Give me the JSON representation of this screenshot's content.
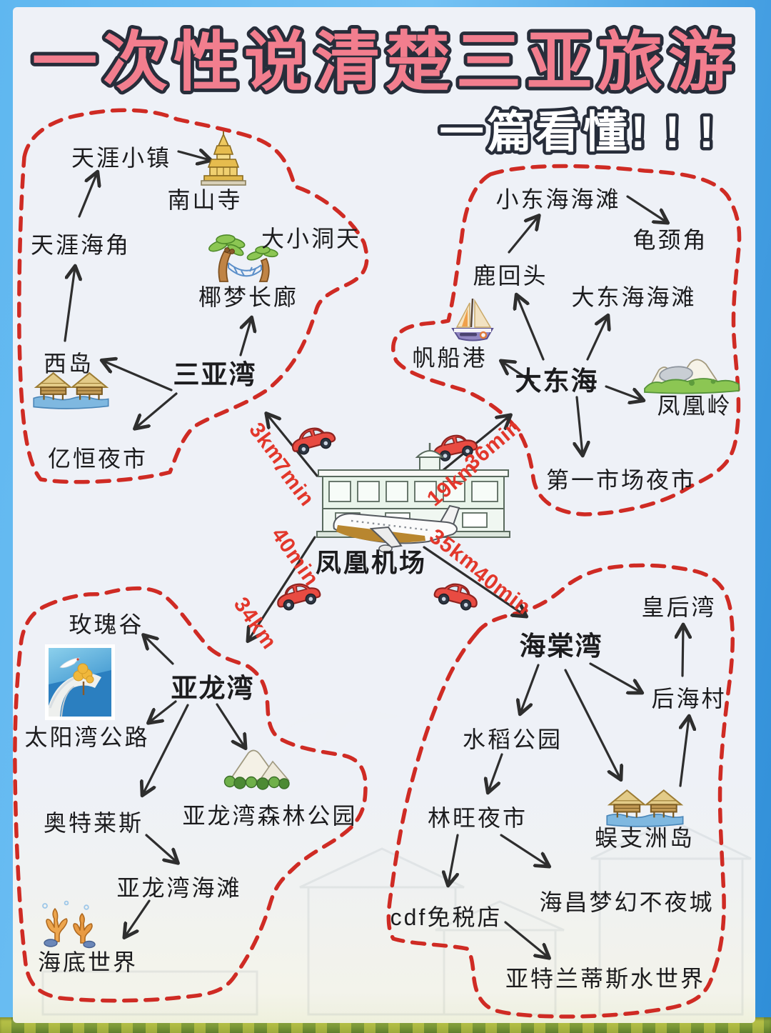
{
  "title": "一次性说清楚三亚旅游",
  "subtitle": "一篇看懂! ! !",
  "airport": {
    "label": "凤凰机场"
  },
  "routes": {
    "sanya_bay": {
      "distance": "3km",
      "duration": "7min"
    },
    "dadonghai": {
      "distance": "19km",
      "duration": "36min"
    },
    "yalong_bay": {
      "distance": "34km",
      "duration": "40min"
    },
    "haitang_bay": {
      "distance": "35km",
      "duration": "40min"
    }
  },
  "regions": {
    "sanya_bay": {
      "hub": "三亚湾",
      "spots": {
        "tianya_town": "天涯小镇",
        "nanshan_temple": "南山寺",
        "daxiao_dongtian": "大小洞天",
        "tianya_haijiao": "天涯海角",
        "yemeng_changlang": "椰梦长廊",
        "xidao": "西岛",
        "yiheng_night_market": "亿恒夜市"
      }
    },
    "dadonghai": {
      "hub": "大东海",
      "spots": {
        "xiaodonghai_beach": "小东海海滩",
        "guijing_cape": "龟颈角",
        "luhuitou": "鹿回头",
        "dadonghai_beach": "大东海海滩",
        "fanchuan_port": "帆船港",
        "fenghuang_ridge": "凤凰岭",
        "diyi_market_night": "第一市场夜市"
      }
    },
    "yalong_bay": {
      "hub": "亚龙湾",
      "spots": {
        "meigui_valley": "玫瑰谷",
        "taiyangwan_road": "太阳湾公路",
        "outlets": "奥特莱斯",
        "yalong_forest_park": "亚龙湾森林公园",
        "yalong_beach": "亚龙湾海滩",
        "haidi_world": "海底世界"
      }
    },
    "haitang_bay": {
      "hub": "海棠湾",
      "spots": {
        "queen_bay": "皇后湾",
        "houhai_village": "后海村",
        "shuidao_park": "水稻公园",
        "linwang_night_market": "林旺夜市",
        "wuzhizhou_island": "蜈支洲岛",
        "cdf_duty_free": "cdf免税店",
        "haichang_dream_city": "海昌梦幻不夜城",
        "atlantis_water_world": "亚特兰蒂斯水世界"
      }
    }
  },
  "icons": {
    "airport": "airport-terminal",
    "car": "red-car",
    "pagoda": "nanshan-temple-pagoda",
    "palm_hammock": "palm-hammock",
    "stilt_huts": "stilt-huts",
    "sailboat": "sailboat",
    "rocks": "phoenix-ridge-rocks",
    "forest": "forest-mountain",
    "coral": "coral-reef",
    "road_photo": "sunny-bay-road-photo"
  },
  "colors": {
    "region_outline": "#cf2b24",
    "arrow": "#2e2e2e",
    "route_text": "#e2372b",
    "title_fill": "#f27e8e",
    "title_outline": "#272d3a",
    "subtitle_fill": "#ffffff",
    "panel_bg": "#eef1f7",
    "sky": "#5bb4ee"
  }
}
